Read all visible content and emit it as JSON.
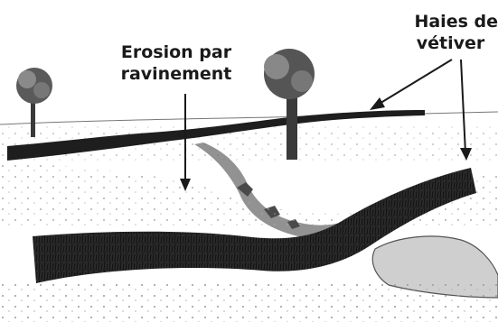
{
  "labels": {
    "erosion_line1": "Erosion par",
    "erosion_line2": "ravinement",
    "vetiver_line1": "Haies de",
    "vetiver_line2": "vétiver"
  },
  "colors": {
    "ink": "#1a1a1a",
    "background": "#ffffff",
    "shading": "#8a8a8a"
  }
}
